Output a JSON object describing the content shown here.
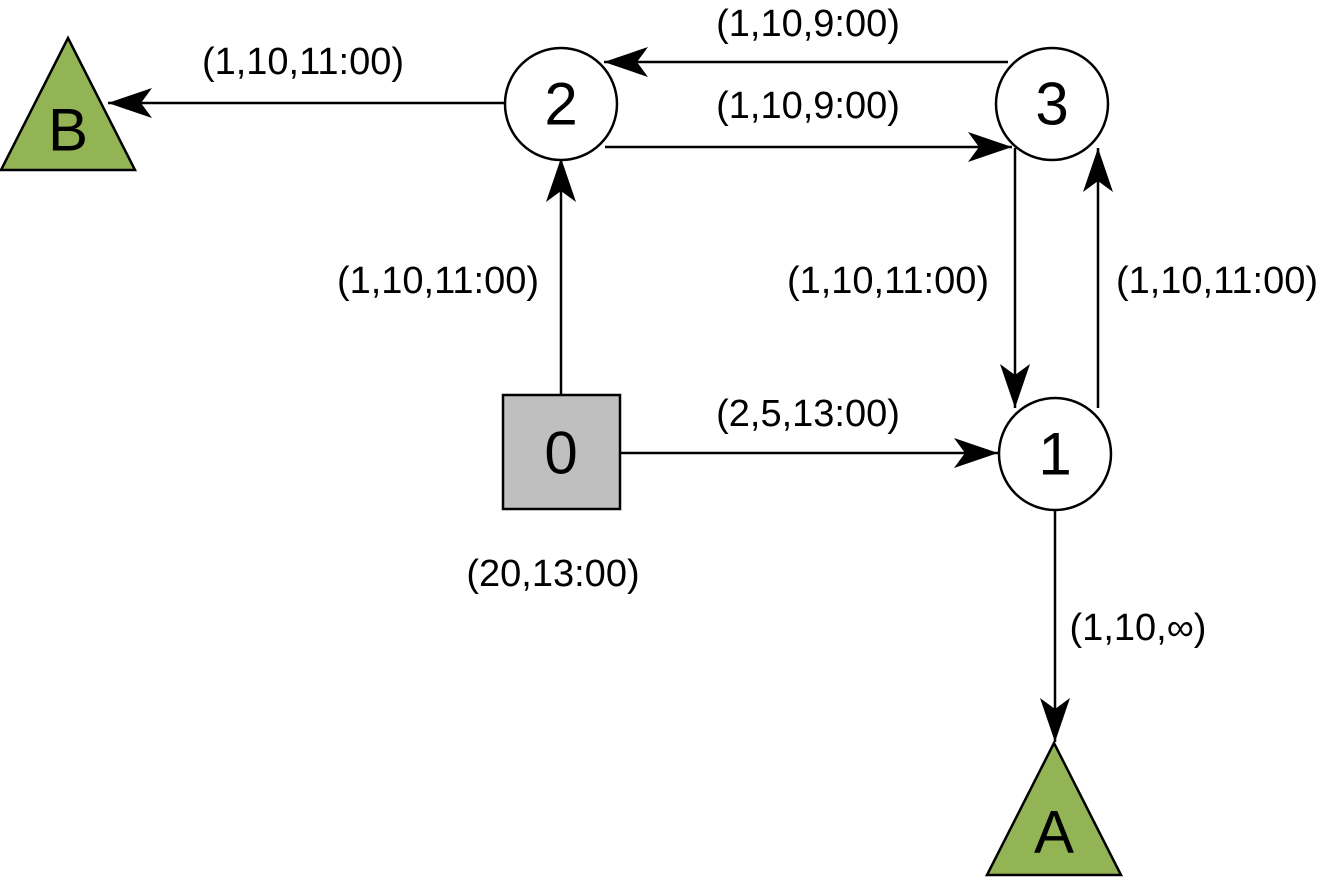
{
  "nodes": {
    "n0": {
      "label": "0",
      "shape": "square",
      "color": "#bfbfbf",
      "note": "(20,13:00)"
    },
    "n1": {
      "label": "1",
      "shape": "circle",
      "color": "#ffffff"
    },
    "n2": {
      "label": "2",
      "shape": "circle",
      "color": "#ffffff"
    },
    "n3": {
      "label": "3",
      "shape": "circle",
      "color": "#ffffff"
    },
    "nA": {
      "label": "A",
      "shape": "triangle",
      "color": "#92b454"
    },
    "nB": {
      "label": "B",
      "shape": "triangle",
      "color": "#92b454"
    }
  },
  "edges": {
    "e_2_B": {
      "from": "2",
      "to": "B",
      "label": "(1,10,11:00)"
    },
    "e_3_2": {
      "from": "3",
      "to": "2",
      "label": "(1,10,9:00)"
    },
    "e_2_3": {
      "from": "2",
      "to": "3",
      "label": "(1,10,9:00)"
    },
    "e_0_2": {
      "from": "0",
      "to": "2",
      "label": "(1,10,11:00)"
    },
    "e_3_1": {
      "from": "3",
      "to": "1",
      "label": "(1,10,11:00)"
    },
    "e_1_3": {
      "from": "1",
      "to": "3",
      "label": "(1,10,11:00)"
    },
    "e_0_1": {
      "from": "0",
      "to": "1",
      "label": "(2,5,13:00)"
    },
    "e_1_A": {
      "from": "1",
      "to": "A",
      "label": "(1,10,∞)"
    }
  }
}
